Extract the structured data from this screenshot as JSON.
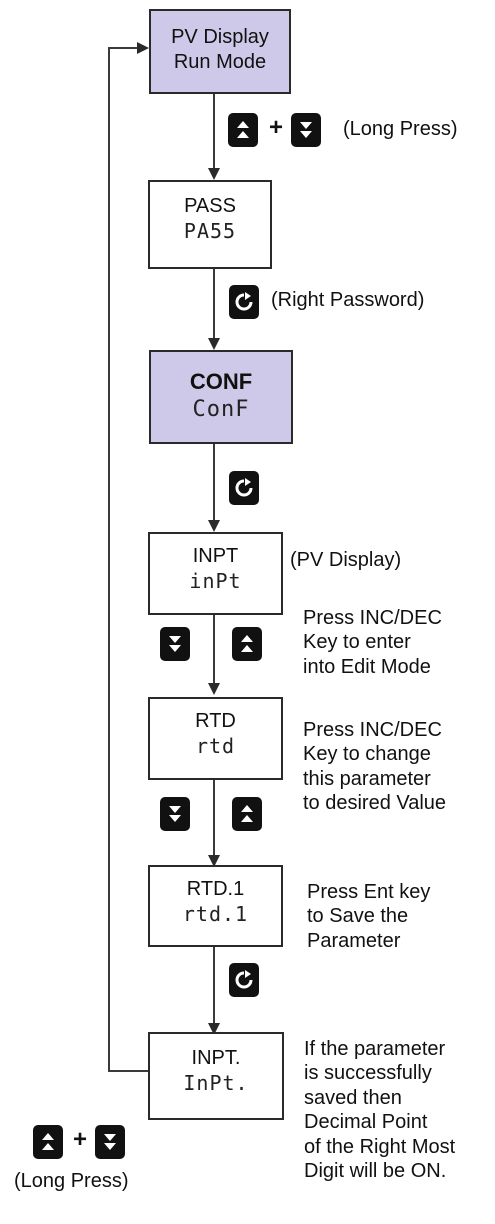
{
  "boxes": {
    "pv_display": {
      "line1": "PV Display",
      "line2": "Run Mode"
    },
    "pass": {
      "line1": "PASS",
      "line2": "PA55"
    },
    "conf": {
      "line1": "CONF",
      "line2": "ConF"
    },
    "inpt": {
      "line1": "INPT",
      "line2": "inPt"
    },
    "rtd": {
      "line1": "RTD",
      "line2": "rtd"
    },
    "rtd1": {
      "line1": "RTD.1",
      "line2": "rtd.1"
    },
    "inpt_dot": {
      "line1": "INPT.",
      "line2": "InPt."
    }
  },
  "labels": {
    "plus": "+",
    "long_press": "(Long Press)",
    "right_password": "(Right Password)",
    "pv_display": "(PV Display)",
    "inc_dec_enter": [
      "Press INC/DEC",
      "Key to enter",
      "into Edit Mode"
    ],
    "inc_dec_change": [
      "Press INC/DEC",
      "Key to change",
      "this parameter",
      "to desired Value"
    ],
    "ent_save": [
      "Press Ent key",
      "to Save the",
      "Parameter"
    ],
    "decimal_point": [
      "If the parameter",
      "is successfully",
      "saved then",
      "Decimal Point",
      "of the Right Most",
      "Digit will be ON."
    ]
  },
  "colors": {
    "shaded_box": "#cfc9e9",
    "key_background": "#111111",
    "line": "#3a3a3a"
  },
  "icons": {
    "up_key": "up-arrow-key-icon",
    "down_key": "down-arrow-key-icon",
    "enter_key": "enter-circular-arrow-key-icon"
  }
}
